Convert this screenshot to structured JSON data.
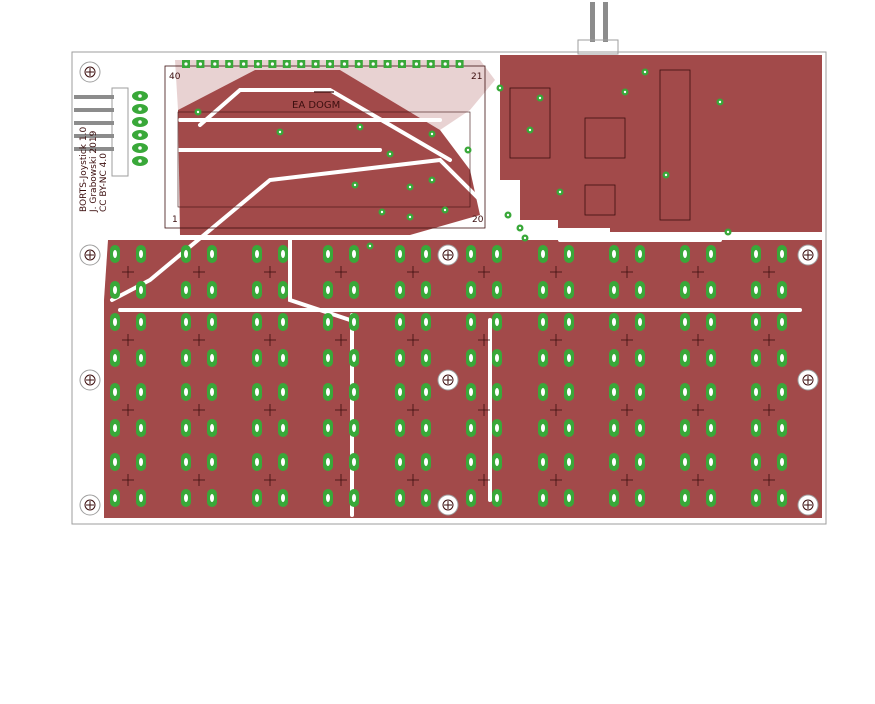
{
  "board": {
    "silkscreen": {
      "lines": [
        "BORTS-Joystick 1.0",
        "J. Grabowski 2019",
        "CC BY-NC 4.0"
      ],
      "display_name": "EA DOGM",
      "pin_labels": {
        "top_left": "40",
        "top_right": "21",
        "bottom_left": "1",
        "bottom_right": "20"
      }
    },
    "key_grid": {
      "columns": 10,
      "rows": 4
    },
    "colors": {
      "copper": "#A24A4A",
      "pad": "#39A839",
      "pad_hole": "#FFFFFF",
      "outline": "#9E9E9E",
      "silk_dark": "#3C0F0F",
      "header_pin": "#8C8C8C",
      "text": "#3C0F0F"
    }
  }
}
